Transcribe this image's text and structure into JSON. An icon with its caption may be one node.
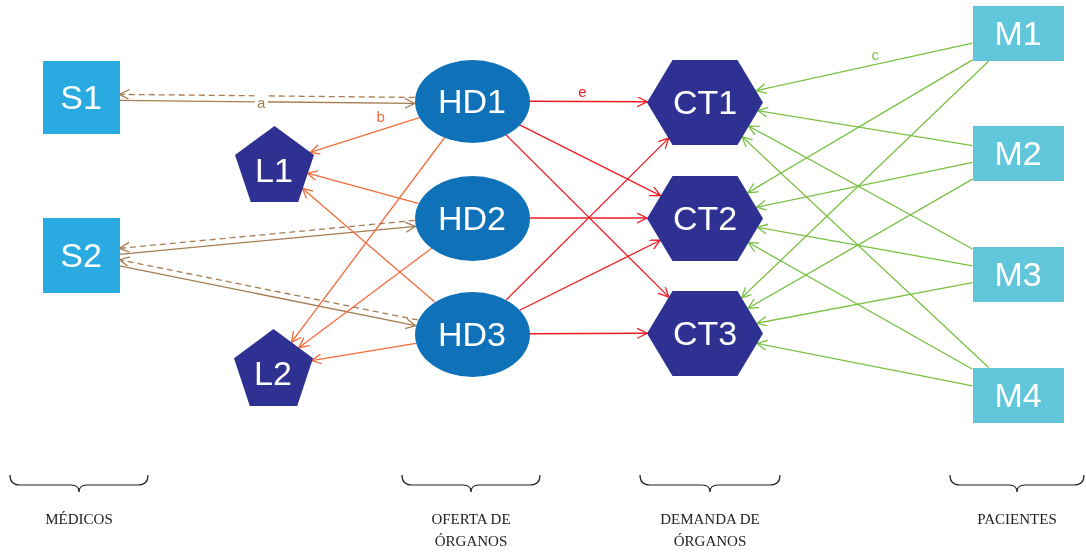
{
  "diagram": {
    "nodes": [
      {
        "text": [
          "S1"
        ]
      },
      {
        "text": [
          "S2"
        ]
      },
      {
        "text": [
          "L1"
        ]
      },
      {
        "text": [
          "L2"
        ]
      },
      {
        "text": [
          "HD1"
        ]
      },
      {
        "text": [
          "HD2"
        ]
      },
      {
        "text": [
          "HD3"
        ]
      },
      {
        "text": [
          "CT1"
        ]
      },
      {
        "text": [
          "CT2"
        ]
      },
      {
        "text": [
          "CT3"
        ]
      },
      {
        "text": [
          "M1"
        ]
      },
      {
        "text": [
          "M2"
        ]
      },
      {
        "text": [
          "M3"
        ]
      },
      {
        "text": [
          "M4"
        ]
      }
    ],
    "edges": [
      {
        "from": 0,
        "to": 4,
        "arrow": "to",
        "label": "a",
        "color": "#a67c52"
      },
      {
        "from": 4,
        "to": 0,
        "arrow": "to",
        "style": "dashed",
        "color": "#a67c52"
      },
      {
        "from": 1,
        "to": 5,
        "arrow": "to",
        "color": "#a67c52"
      },
      {
        "from": 5,
        "to": 1,
        "arrow": "to",
        "style": "dashed",
        "color": "#a67c52"
      },
      {
        "from": 1,
        "to": 6,
        "arrow": "to",
        "color": "#a67c52"
      },
      {
        "from": 6,
        "to": 1,
        "arrow": "to",
        "style": "dashed",
        "color": "#a67c52"
      },
      {
        "from": 4,
        "to": 2,
        "arrow": "to",
        "label": "b",
        "color": "#f26b3a"
      },
      {
        "from": 4,
        "to": 3,
        "arrow": "to",
        "color": "#f26b3a"
      },
      {
        "from": 5,
        "to": 2,
        "arrow": "to",
        "color": "#f26b3a"
      },
      {
        "from": 5,
        "to": 3,
        "arrow": "to",
        "color": "#f26b3a"
      },
      {
        "from": 6,
        "to": 2,
        "arrow": "to",
        "color": "#f26b3a"
      },
      {
        "from": 6,
        "to": 3,
        "arrow": "to",
        "color": "#f26b3a"
      },
      {
        "from": 4,
        "to": 7,
        "arrow": "to",
        "label": "e",
        "color": "#ed1c24"
      },
      {
        "from": 4,
        "to": 8,
        "arrow": "to",
        "color": "#ed1c24"
      },
      {
        "from": 4,
        "to": 9,
        "arrow": "to",
        "color": "#ed1c24"
      },
      {
        "from": 5,
        "to": 8,
        "arrow": "to",
        "color": "#ed1c24"
      },
      {
        "from": 6,
        "to": 7,
        "arrow": "to",
        "color": "#ed1c24"
      },
      {
        "from": 6,
        "to": 8,
        "arrow": "to",
        "color": "#ed1c24"
      },
      {
        "from": 6,
        "to": 9,
        "arrow": "to",
        "color": "#ed1c24"
      },
      {
        "from": 10,
        "to": 7,
        "arrow": "to",
        "label": "c"
      },
      {
        "from": 10,
        "to": 8,
        "arrow": "to"
      },
      {
        "from": 10,
        "to": 9,
        "arrow": "to"
      },
      {
        "from": 11,
        "to": 7,
        "arrow": "to"
      },
      {
        "from": 11,
        "to": 8,
        "arrow": "to"
      },
      {
        "from": 11,
        "to": 9,
        "arrow": "to"
      },
      {
        "from": 12,
        "to": 7,
        "arrow": "to"
      },
      {
        "from": 12,
        "to": 8,
        "arrow": "to"
      },
      {
        "from": 12,
        "to": 9,
        "arrow": "to"
      },
      {
        "from": 13,
        "to": 7,
        "arrow": "to"
      },
      {
        "from": 13,
        "to": 8,
        "arrow": "to"
      },
      {
        "from": 13,
        "to": 9,
        "arrow": "to"
      }
    ],
    "labels": [
      "MÉDICOS",
      "OFERTA DE ÓRGANOS",
      "DEMANDA DE ÓRGANOS",
      "PACIENTES"
    ]
  }
}
